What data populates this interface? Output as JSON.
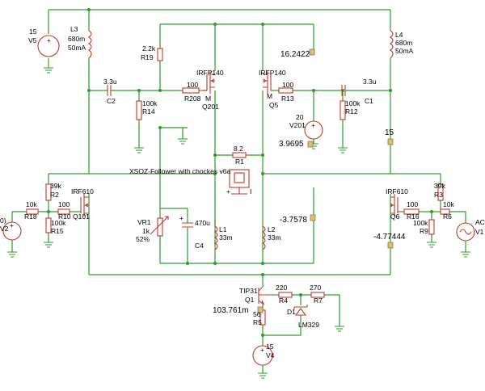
{
  "title": "XSOZ-Follower with chockes v6a",
  "components": {
    "v5": {
      "name": "V5",
      "value": "15"
    },
    "l3": {
      "name": "L3",
      "value1": "680m",
      "value2": "50mA"
    },
    "l4": {
      "name": "L4",
      "value1": "680m",
      "value2": "50mA"
    },
    "r19": {
      "name": "R19",
      "value": "2.2k"
    },
    "c2": {
      "name": "C2",
      "value": "3.3u"
    },
    "c1": {
      "name": "C1",
      "value": "3.3u"
    },
    "r14": {
      "name": "R14",
      "value": "100k"
    },
    "r12": {
      "name": "R12",
      "value": "100k"
    },
    "r208": {
      "name": "R208",
      "value": "100"
    },
    "r13": {
      "name": "R13",
      "value": "100"
    },
    "q201": {
      "name": "Q201",
      "model": "IRFP140",
      "tag": "M"
    },
    "q5": {
      "name": "Q5",
      "model": "IRFP140",
      "tag": "M"
    },
    "v201": {
      "name": "V201",
      "value": "20"
    },
    "r1": {
      "name": "R1",
      "value": "8.2"
    },
    "r2": {
      "name": "R2",
      "value": "39k"
    },
    "r3": {
      "name": "R3",
      "value": "39k"
    },
    "r18": {
      "name": "R18",
      "value": "10k"
    },
    "r6": {
      "name": "R6",
      "value": "10k"
    },
    "r10": {
      "name": "R10",
      "value": "100"
    },
    "r16": {
      "name": "R16",
      "value": "100"
    },
    "r15": {
      "name": "R15",
      "value": "100k"
    },
    "r9": {
      "name": "R9",
      "value": "100k"
    },
    "q101": {
      "name": "Q101",
      "model": "IRF610"
    },
    "q6": {
      "name": "Q6",
      "model": "IRF610"
    },
    "v2": {
      "name": "V2",
      "value": "0)"
    },
    "v1": {
      "name": "V1",
      "value": "AC"
    },
    "vr1": {
      "name": "VR1",
      "value": "1k",
      "pos": "52%"
    },
    "c4": {
      "name": "C4",
      "value": "470u"
    },
    "l1": {
      "name": "L1",
      "value": "33m"
    },
    "l2": {
      "name": "L2",
      "value": "33m"
    },
    "q1": {
      "name": "Q1",
      "model": "TIP31"
    },
    "r4": {
      "name": "R4",
      "value": "220"
    },
    "r7": {
      "name": "R7",
      "value": "270"
    },
    "r5": {
      "name": "R5",
      "value": "56"
    },
    "d1": {
      "name": "D1",
      "model": "LM329"
    },
    "v4": {
      "name": "V4",
      "value": "15"
    }
  },
  "probes": {
    "p1": "16.2422",
    "p2": "3.9695",
    "p3": "15",
    "p4": "-3.7578",
    "p5": "-4.77444",
    "p6": "103.761m"
  },
  "symbols": {
    "plus": "+",
    "minus": "I"
  }
}
